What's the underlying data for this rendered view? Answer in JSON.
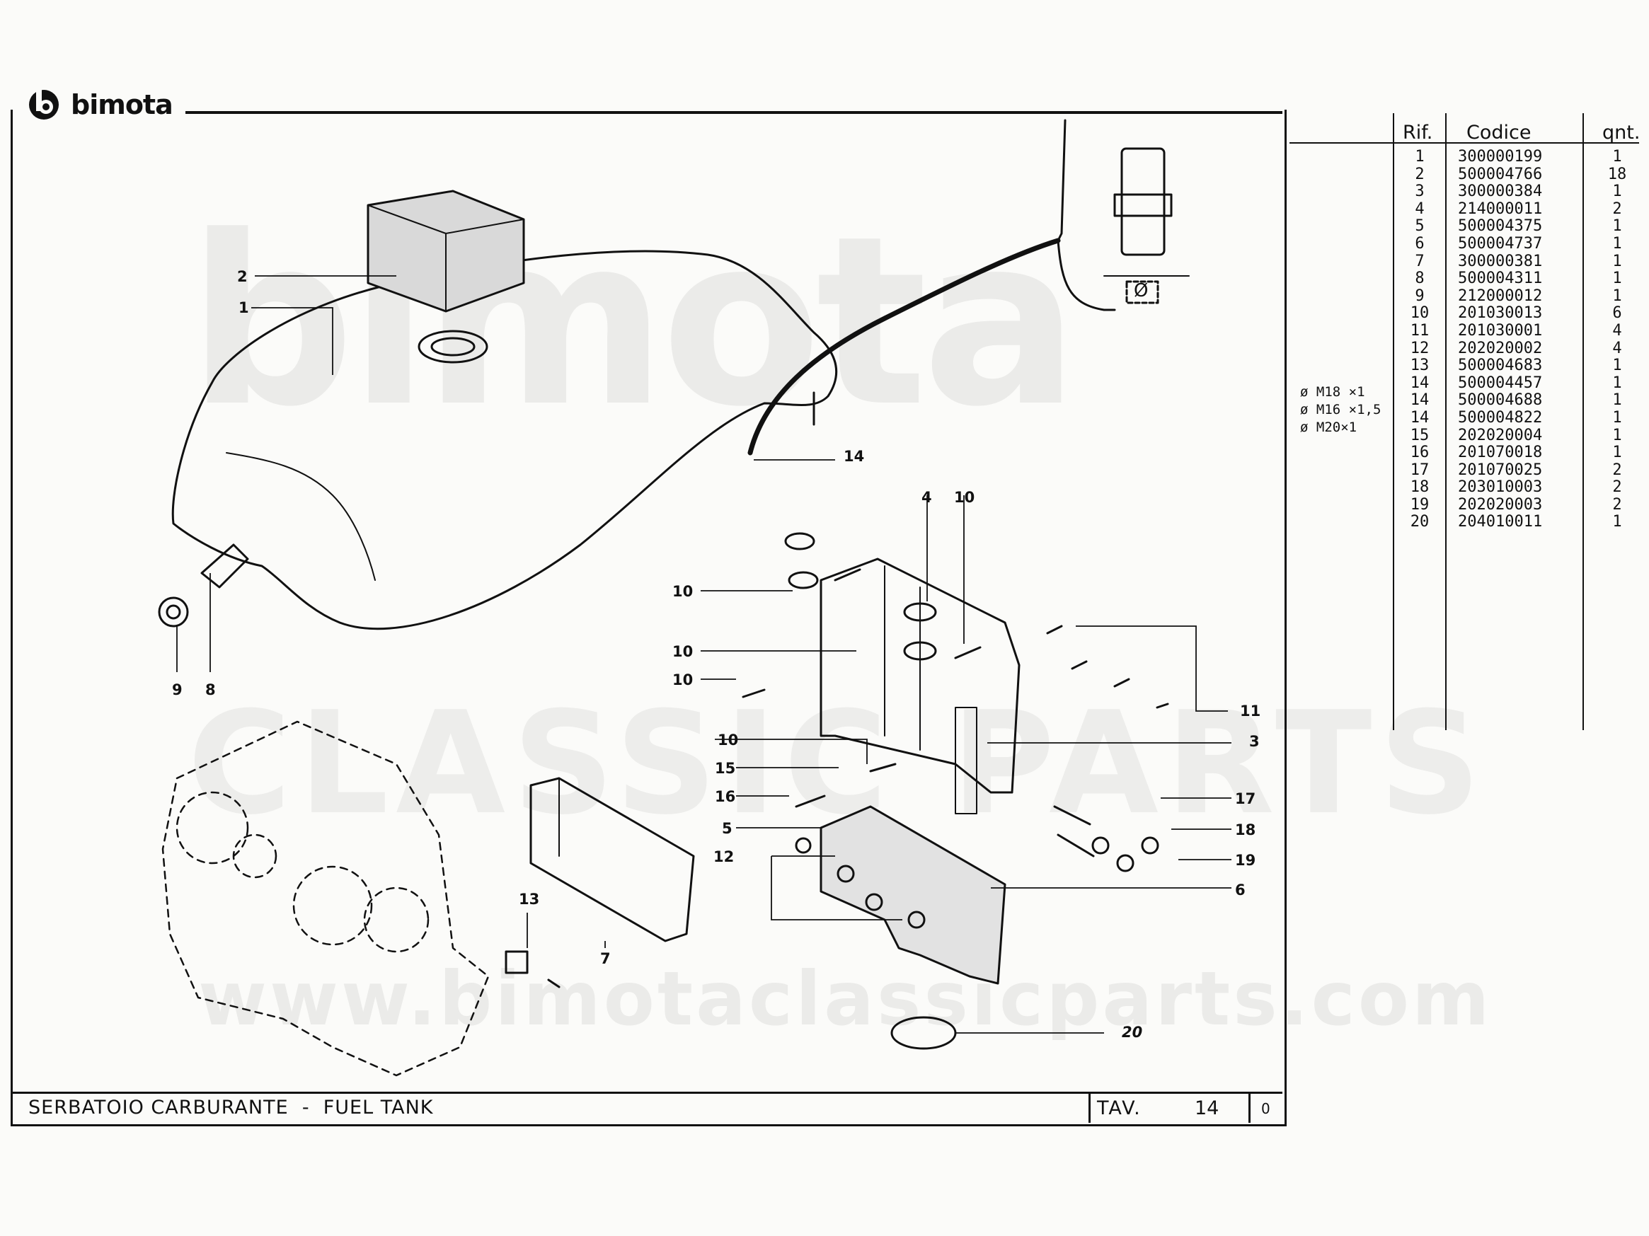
{
  "brand": {
    "logo_text": "bimota"
  },
  "watermark": {
    "logo_text": "bimota",
    "brand_text": "CLASSIC PARTS",
    "url": "www.bimotaclassicparts.com"
  },
  "table": {
    "headers": {
      "rif": "Rif.",
      "codice": "Codice",
      "qnt": "qnt."
    },
    "rows": [
      {
        "rif": "1",
        "codice": "300000199",
        "qnt": "1"
      },
      {
        "rif": "2",
        "codice": "500004766",
        "qnt": "18"
      },
      {
        "rif": "3",
        "codice": "300000384",
        "qnt": "1"
      },
      {
        "rif": "4",
        "codice": "214000011",
        "qnt": "2"
      },
      {
        "rif": "5",
        "codice": "500004375",
        "qnt": "1"
      },
      {
        "rif": "6",
        "codice": "500004737",
        "qnt": "1"
      },
      {
        "rif": "7",
        "codice": "300000381",
        "qnt": "1"
      },
      {
        "rif": "8",
        "codice": "500004311",
        "qnt": "1"
      },
      {
        "rif": "9",
        "codice": "212000012",
        "qnt": "1"
      },
      {
        "rif": "10",
        "codice": "201030013",
        "qnt": "6"
      },
      {
        "rif": "11",
        "codice": "201030001",
        "qnt": "4"
      },
      {
        "rif": "12",
        "codice": "202020002",
        "qnt": "4"
      },
      {
        "rif": "13",
        "codice": "500004683",
        "qnt": "1"
      },
      {
        "rif": "14",
        "codice": "500004457",
        "qnt": "1"
      },
      {
        "rif": "14",
        "codice": "500004688",
        "qnt": "1"
      },
      {
        "rif": "14",
        "codice": "500004822",
        "qnt": "1"
      },
      {
        "rif": "15",
        "codice": "202020004",
        "qnt": "1"
      },
      {
        "rif": "16",
        "codice": "201070018",
        "qnt": "1"
      },
      {
        "rif": "17",
        "codice": "201070025",
        "qnt": "2"
      },
      {
        "rif": "18",
        "codice": "203010003",
        "qnt": "2"
      },
      {
        "rif": "19",
        "codice": "202020003",
        "qnt": "2"
      },
      {
        "rif": "20",
        "codice": "204010011",
        "qnt": "1"
      }
    ],
    "thread_labels": [
      "ø M18 ×1",
      "ø M16 ×1,5",
      "ø M20×1"
    ]
  },
  "diagram": {
    "callouts": [
      "1",
      "2",
      "3",
      "4",
      "5",
      "6",
      "7",
      "8",
      "9",
      "10",
      "10",
      "10",
      "10",
      "10",
      "11",
      "12",
      "13",
      "14",
      "15",
      "16",
      "17",
      "18",
      "19",
      "20"
    ],
    "diameter_symbol": "Ø"
  },
  "footer": {
    "title": "SERBATOIO CARBURANTE  -  FUEL TANK",
    "tav_label": "TAV.",
    "tav_number": "14",
    "revision": "0"
  }
}
